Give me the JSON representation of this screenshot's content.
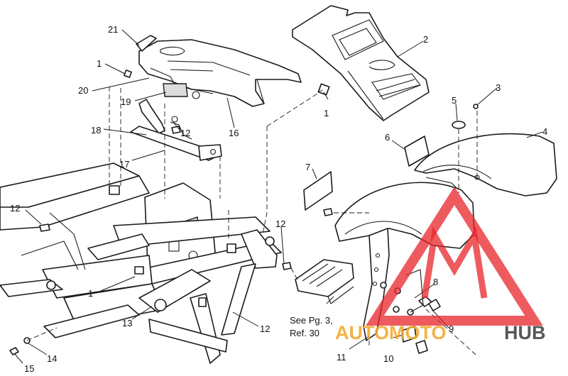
{
  "diagram": {
    "callouts": [
      "21",
      "1",
      "20",
      "19",
      "18",
      "12",
      "17",
      "16",
      "2",
      "1",
      "3",
      "5",
      "4",
      "6",
      "7",
      "12",
      "12",
      "1",
      "13",
      "12",
      "14",
      "15",
      "8",
      "9",
      "11",
      "10"
    ],
    "reference_note": {
      "line1": "See Pg. 3,",
      "line2": "Ref.  30"
    }
  },
  "watermark": {
    "word_a": "AUTOMOTO",
    "word_b": "HUB",
    "color_primary": "#e8242a",
    "color_secondary": "#f2a623"
  },
  "colors": {
    "line": "#1a1a1a",
    "background": "#ffffff"
  }
}
